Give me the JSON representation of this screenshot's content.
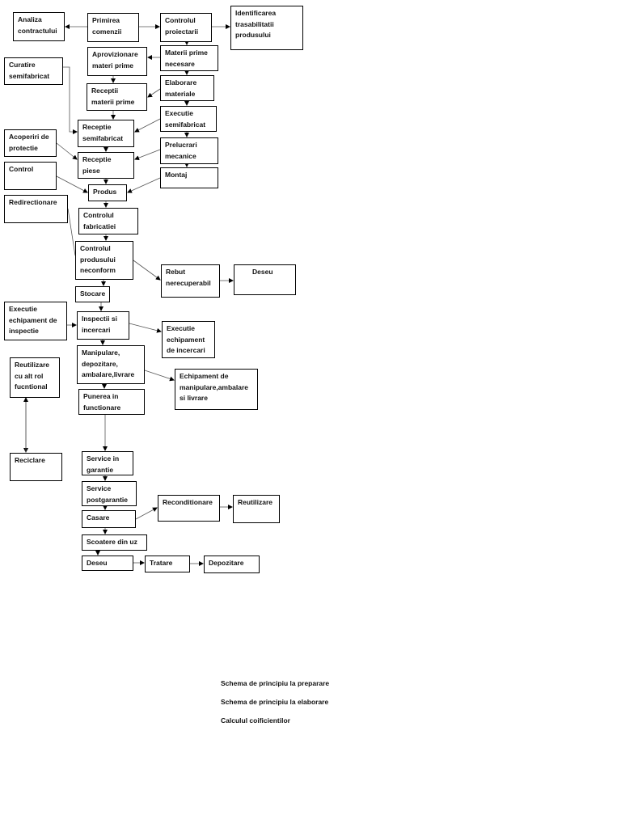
{
  "diagram": {
    "boxes": {
      "analiza": "Analiza\ncontractului",
      "primirea": "Primirea\ncomenzii",
      "controlul_proiectarii": "Controlul\nproiectarii",
      "identificarea": "Identificarea\ntrasabilitatii\nprodusului",
      "curatire": "Curatire\nsemifabricat",
      "aprovizionare": "Aprovizionare\nmateri prime",
      "materii_prime": "Materii prime\nnecesare",
      "elaborare": "Elaborare\nmateriale",
      "receptii_materii": "Receptii\nmaterii prime",
      "executie_semifabricat": "Executie\nsemifabricat",
      "receptie_semifabricat": "Receptie\nsemifabricat",
      "acoperiri": "Acoperiri de\nprotectie",
      "prelucrari": "Prelucrari\nmecanice",
      "receptie_piese": "Receptie\npiese",
      "control": "Control",
      "montaj": "Montaj",
      "produs": "Produs",
      "redirectionare": "Redirectionare",
      "controlul_fabricatiei": "Controlul\nfabricatiei",
      "controlul_produsului": "Controlul\nprodusului\nneconform",
      "rebut": "Rebut\nnerecuperabil",
      "deseu_top": "Deseu",
      "stocare": "Stocare",
      "executie_echipament_inspectie": "Executie\nechipament de\ninspectie",
      "inspectii": "Inspectii si\nincercari",
      "executie_echipament_incercari": "Executie\nechipament\nde incercari",
      "reutilizare_rol": "Reutilizare\ncu alt rol\nfucntional",
      "manipulare": "Manipulare,\ndepozitare,\nambalare,livrare",
      "echipament_manipulare": "Echipament de\nmanipulare,ambalare\nsi livrare",
      "punerea": "Punerea in\nfunctionare",
      "reciclare": "Reciclare",
      "service_garantie": "Service in\ngarantie",
      "service_postgarantie": "Service\npostgarantie",
      "casare": "Casare",
      "reconditionare": "Reconditionare",
      "reutilizare": "Reutilizare",
      "scoatere": "Scoatere din uz",
      "deseu_bottom": "Deseu",
      "tratare": "Tratare",
      "depozitare": "Depozitare"
    },
    "captions": [
      "Schema de principiu la preparare",
      "Schema de principiu la elaborare",
      "Calculul coificientilor"
    ]
  }
}
